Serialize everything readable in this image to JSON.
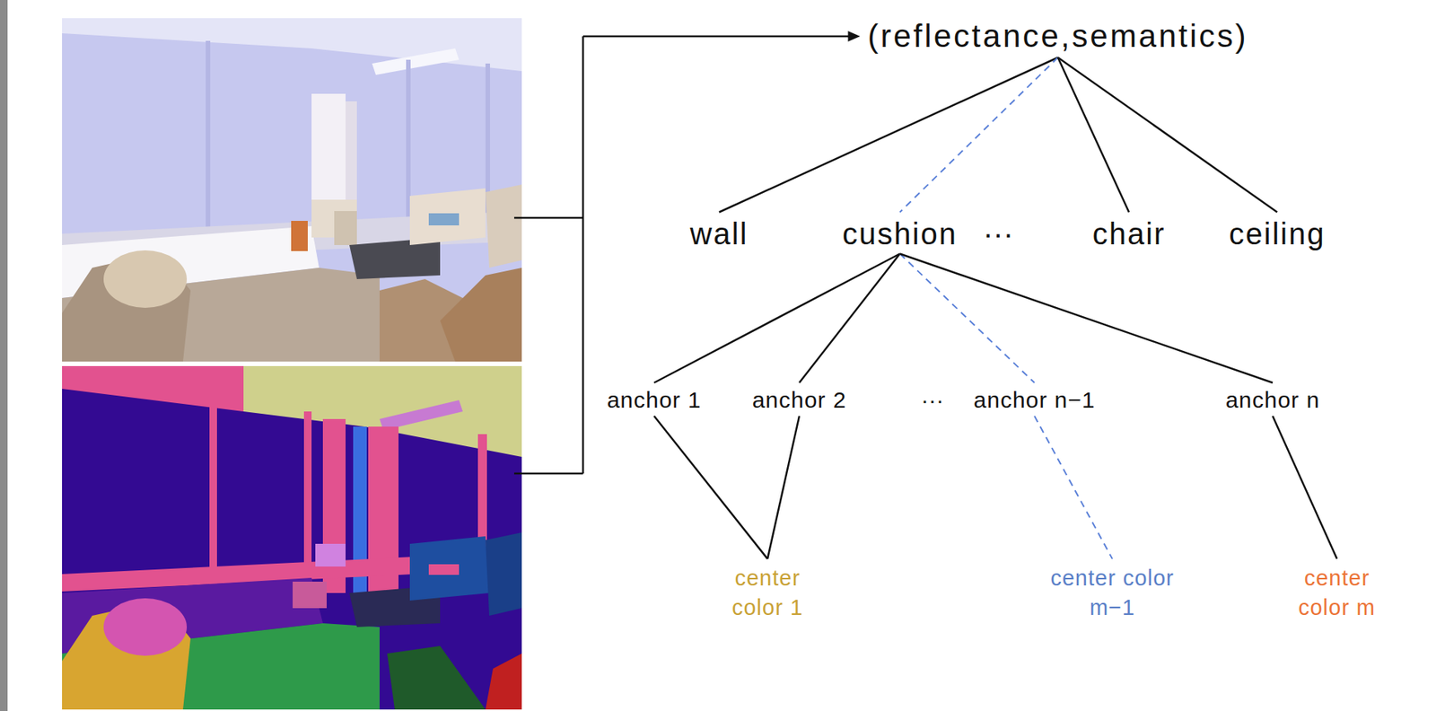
{
  "diagram": {
    "nodes": [
      {
        "text": [
          "(reflectance,semantics)"
        ]
      },
      {
        "text": [
          "wall"
        ]
      },
      {
        "text": [
          "cushion"
        ]
      },
      {
        "text": [
          "chair"
        ]
      },
      {
        "text": [
          "ceiling"
        ]
      },
      {
        "text": [
          "anchor 1"
        ]
      },
      {
        "text": [
          "anchor 2"
        ]
      },
      {
        "text": [
          "anchor n−1"
        ]
      },
      {
        "text": [
          "anchor n"
        ]
      },
      {
        "text": [
          "center color 1"
        ]
      },
      {
        "text": [
          "center color m−1"
        ]
      },
      {
        "text": [
          "center color m"
        ]
      }
    ],
    "edges": [
      {
        "from": 0,
        "to": 1,
        "arrow": "none"
      },
      {
        "from": 0,
        "to": 2,
        "arrow": "none"
      },
      {
        "from": 0,
        "to": 3,
        "arrow": "none"
      },
      {
        "from": 0,
        "to": 4,
        "arrow": "none"
      },
      {
        "from": 2,
        "to": 5,
        "arrow": "none"
      },
      {
        "from": 2,
        "to": 6,
        "arrow": "none"
      },
      {
        "from": 2,
        "to": 7,
        "arrow": "none"
      },
      {
        "from": 2,
        "to": 8,
        "arrow": "none"
      },
      {
        "from": 5,
        "to": 9,
        "arrow": "none"
      },
      {
        "from": 6,
        "to": 9,
        "arrow": "none"
      },
      {
        "from": 7,
        "to": 10,
        "arrow": "none"
      },
      {
        "from": 8,
        "to": 11,
        "arrow": "none"
      }
    ],
    "labels": [
      "···",
      "···"
    ]
  }
}
